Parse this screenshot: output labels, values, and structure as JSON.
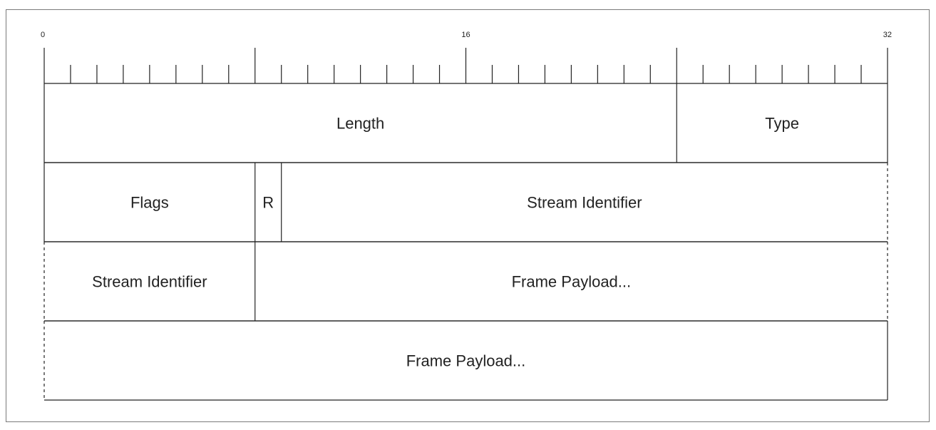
{
  "ruler": {
    "total_bits": 32,
    "labels": [
      {
        "bit": 0,
        "text": "0"
      },
      {
        "bit": 16,
        "text": "16"
      },
      {
        "bit": 32,
        "text": "32"
      }
    ],
    "major_ticks": [
      0,
      8,
      16,
      24,
      32
    ]
  },
  "rows": [
    {
      "fields": [
        {
          "name": "length",
          "label": "Length",
          "start": 0,
          "end": 24
        },
        {
          "name": "type",
          "label": "Type",
          "start": 24,
          "end": 32
        }
      ],
      "left_dashed": false,
      "right_dashed": false
    },
    {
      "fields": [
        {
          "name": "flags",
          "label": "Flags",
          "start": 0,
          "end": 8
        },
        {
          "name": "reserved",
          "label": "R",
          "start": 8,
          "end": 9
        },
        {
          "name": "stream-identifier",
          "label": "Stream Identifier",
          "start": 9,
          "end": 32
        }
      ],
      "left_dashed": false,
      "right_dashed": true
    },
    {
      "fields": [
        {
          "name": "stream-identifier-cont",
          "label": "Stream Identifier",
          "start": 0,
          "end": 8
        },
        {
          "name": "frame-payload",
          "label": "Frame Payload...",
          "start": 8,
          "end": 32
        }
      ],
      "left_dashed": true,
      "right_dashed": true
    },
    {
      "fields": [
        {
          "name": "frame-payload-cont",
          "label": "Frame Payload...",
          "start": 0,
          "end": 32
        }
      ],
      "left_dashed": true,
      "right_dashed": false
    }
  ]
}
